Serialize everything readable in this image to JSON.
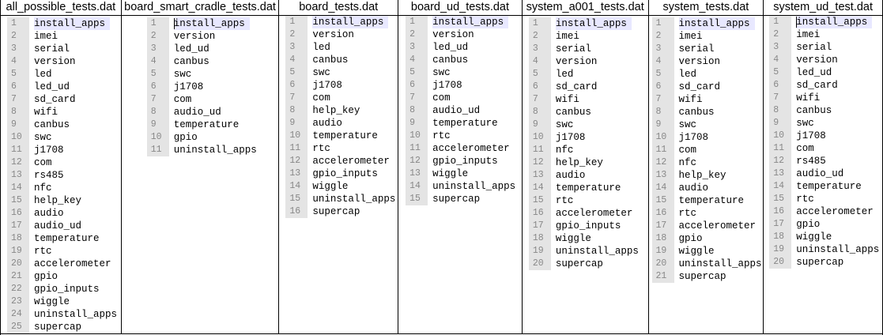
{
  "panels": [
    {
      "title": "all_possible_tests.dat",
      "lines": [
        "install_apps",
        "imei",
        "serial",
        "version",
        "led",
        "led_ud",
        "sd_card",
        "wifi",
        "canbus",
        "swc",
        "j1708",
        "com",
        "rs485",
        "nfc",
        "help_key",
        "audio",
        "audio_ud",
        "temperature",
        "rtc",
        "accelerometer",
        "gpio",
        "gpio_inputs",
        "wiggle",
        "uninstall_apps",
        "supercap"
      ]
    },
    {
      "title": "board_smart_cradle_tests.dat",
      "lines": [
        "install_apps",
        "version",
        "led_ud",
        "canbus",
        "swc",
        "j1708",
        "com",
        "audio_ud",
        "temperature",
        "gpio",
        "uninstall_apps"
      ]
    },
    {
      "title": "board_tests.dat",
      "lines": [
        "install_apps",
        "version",
        "led",
        "canbus",
        "swc",
        "j1708",
        "com",
        "help_key",
        "audio",
        "temperature",
        "rtc",
        "accelerometer",
        "gpio_inputs",
        "wiggle",
        "uninstall_apps",
        "supercap"
      ]
    },
    {
      "title": "board_ud_tests.dat",
      "lines": [
        "install_apps",
        "version",
        "led_ud",
        "canbus",
        "swc",
        "j1708",
        "com",
        "audio_ud",
        "temperature",
        "rtc",
        "accelerometer",
        "gpio_inputs",
        "wiggle",
        "uninstall_apps",
        "supercap"
      ]
    },
    {
      "title": "system_a001_tests.dat",
      "lines": [
        "install_apps",
        "imei",
        "serial",
        "version",
        "led",
        "sd_card",
        "wifi",
        "canbus",
        "swc",
        "j1708",
        "nfc",
        "help_key",
        "audio",
        "temperature",
        "rtc",
        "accelerometer",
        "gpio_inputs",
        "wiggle",
        "uninstall_apps",
        "supercap"
      ]
    },
    {
      "title": "system_tests.dat",
      "lines": [
        "install_apps",
        "imei",
        "serial",
        "version",
        "led",
        "sd_card",
        "wifi",
        "canbus",
        "swc",
        "j1708",
        "com",
        "nfc",
        "help_key",
        "audio",
        "temperature",
        "rtc",
        "accelerometer",
        "gpio",
        "wiggle",
        "uninstall_apps",
        "supercap"
      ]
    },
    {
      "title": "system_ud_test.dat",
      "lines": [
        "install_apps",
        "imei",
        "serial",
        "version",
        "led_ud",
        "sd_card",
        "wifi",
        "canbus",
        "swc",
        "j1708",
        "com",
        "rs485",
        "audio_ud",
        "temperature",
        "rtc",
        "accelerometer",
        "gpio",
        "wiggle",
        "uninstall_apps",
        "supercap"
      ]
    }
  ]
}
